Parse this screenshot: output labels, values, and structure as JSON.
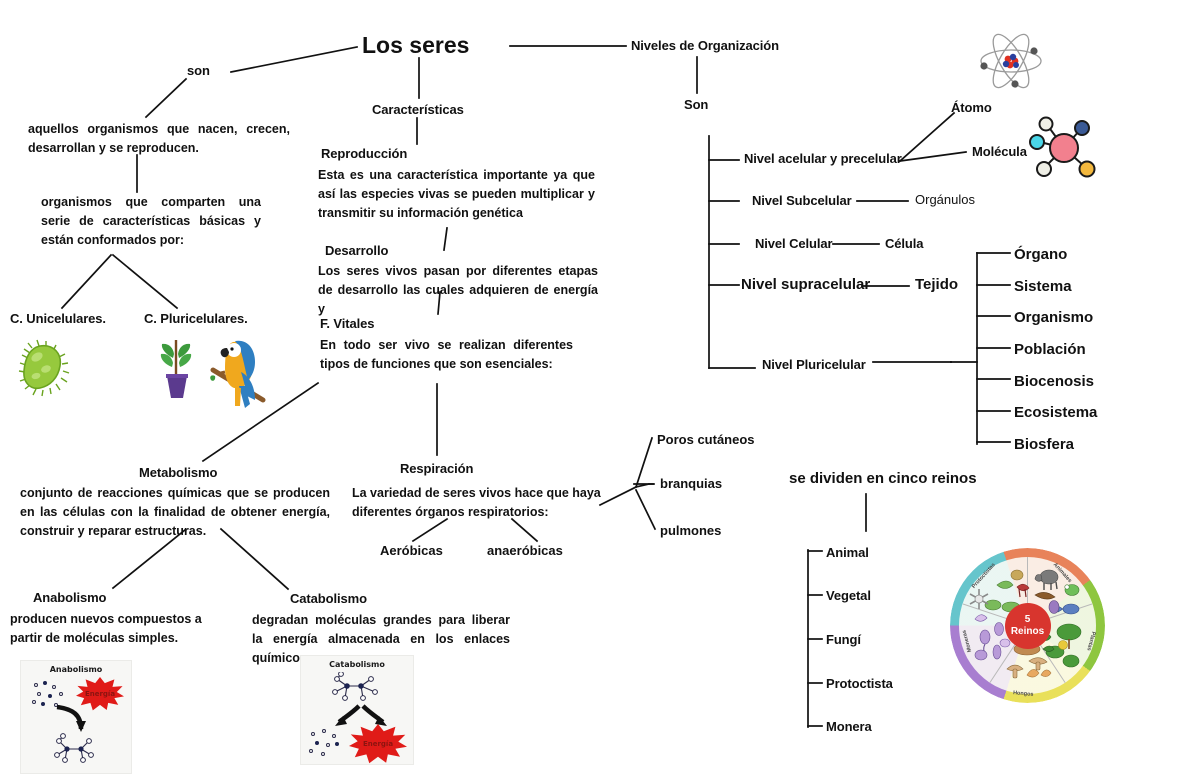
{
  "title": "Los seres",
  "left_branch": {
    "connector_label": "son",
    "definition": "aquellos organismos que nacen, crecen, desarrollan y se reproducen.",
    "composition": "organismos que comparten una serie de características básicas y están conformados por:",
    "cell_types": [
      {
        "label": "C. Unicelulares.",
        "illustration": "green-microbe-icon"
      },
      {
        "label": "C. Pluricelulares.",
        "illustration": "plant-and-parrot-icon"
      }
    ]
  },
  "characteristics": {
    "heading": "Características",
    "items": [
      {
        "heading": "Reproducción",
        "text": "Esta es una característica importante ya que así las especies vivas se pueden multiplicar y transmitir su información genética"
      },
      {
        "heading": "Desarrollo",
        "text": "Los seres vivos pasan por diferentes etapas de desarrollo las cuales adquieren de energía y"
      },
      {
        "heading": "F. Vitales",
        "text": "En todo ser vivo se realizan diferentes tipos de funciones que son esenciales:"
      }
    ]
  },
  "metabolism": {
    "heading": "Metabolismo",
    "text": "conjunto de reacciones químicas que se producen en las células con la finalidad de obtener energía, construir y reparar estructuras.",
    "branches": [
      {
        "heading": "Anabolismo",
        "text": "producen nuevos compuestos a partir de moléculas simples.",
        "figure_title": "Anabolismo",
        "figure_energy_label": "Energía"
      },
      {
        "heading": "Catabolismo",
        "text": "degradan moléculas grandes para liberar la energía almacenada en los enlaces químicos.",
        "figure_title": "Catabolismo",
        "figure_energy_label": "Energía"
      }
    ]
  },
  "respiration": {
    "heading": "Respiración",
    "text": "La variedad de seres vivos hace que haya diferentes órganos respiratorios:",
    "types": [
      "Aeróbicas",
      "anaeróbicas"
    ],
    "organs": [
      "Poros cutáneos",
      "branquias",
      "pulmones"
    ]
  },
  "organization": {
    "heading": "Niveles de Organización",
    "connector_label": "Son",
    "levels": [
      {
        "label": "Nivel acelular y precelular",
        "results": [
          "Átomo",
          "Molécula"
        ]
      },
      {
        "label": "Nivel Subcelular",
        "results": [
          "Orgánulos"
        ]
      },
      {
        "label": "Nivel Celular",
        "results": [
          "Célula"
        ]
      },
      {
        "label": "Nivel supracelular",
        "results": [
          "Tejido"
        ]
      },
      {
        "label": "Nivel Pluricelular",
        "results": []
      }
    ],
    "pluricellular_items": [
      "Órgano",
      "Sistema",
      "Organismo",
      "Población",
      "Biocenosis",
      "Ecosistema",
      "Biosfera"
    ],
    "atom_icon": "atom-icon",
    "molecule_icon": "molecule-icon"
  },
  "kingdoms": {
    "heading": "se dividen en cinco reinos",
    "items": [
      "Animal",
      "Vegetal",
      "Fungí",
      "Protoctista",
      "Monera"
    ],
    "wheel": {
      "center_line1": "5",
      "center_line2": "Reinos",
      "segments": [
        {
          "name": "Animales",
          "color": "#e8835a"
        },
        {
          "name": "Plantas",
          "color": "#8ec63f"
        },
        {
          "name": "Hongos",
          "color": "#e9e05a"
        },
        {
          "name": "Moneras",
          "color": "#a87ed0"
        },
        {
          "name": "Protoctistas",
          "color": "#66c5cc"
        }
      ]
    }
  },
  "colors": {
    "line": "#111111",
    "energy_red": "#e01b18",
    "microbe_green": "#8cc63f",
    "pot_purple": "#5b3a8e",
    "parrot_blue": "#2f7fc1",
    "parrot_yellow": "#f0a81e",
    "molecule_core": "#f2808e",
    "wheel_center": "#d8352e"
  }
}
